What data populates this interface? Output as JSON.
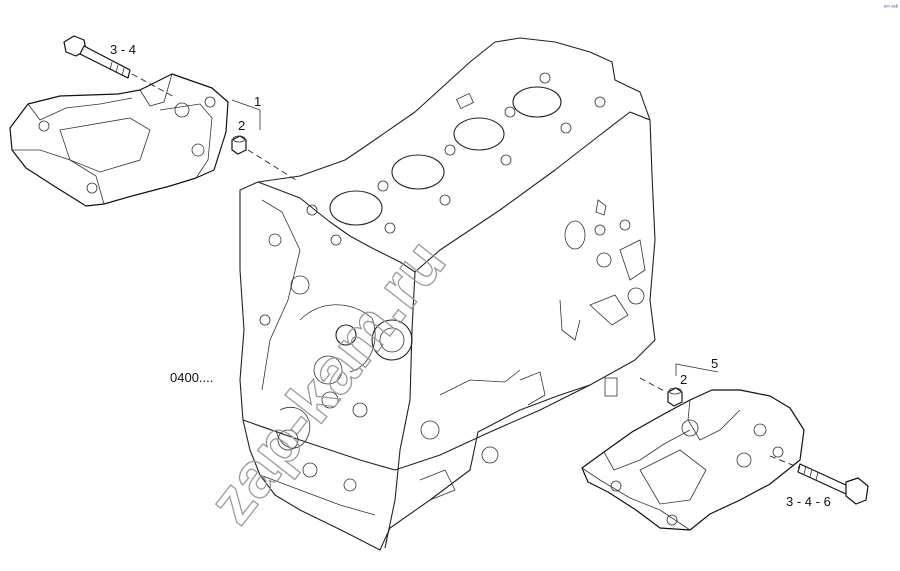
{
  "callouts": {
    "bolt_top": "3 - 4",
    "bracket_top": "1",
    "dowel_top": "2",
    "ref_code": "0400....",
    "bracket_bottom": "5",
    "dowel_bottom": "2",
    "bolt_bottom": "3 - 4 - 6"
  },
  "watermark": {
    "text": "zap-kam.ru"
  },
  "corner_mark": {
    "text": "ᵉᵐ ᵃⁿᵇ"
  }
}
